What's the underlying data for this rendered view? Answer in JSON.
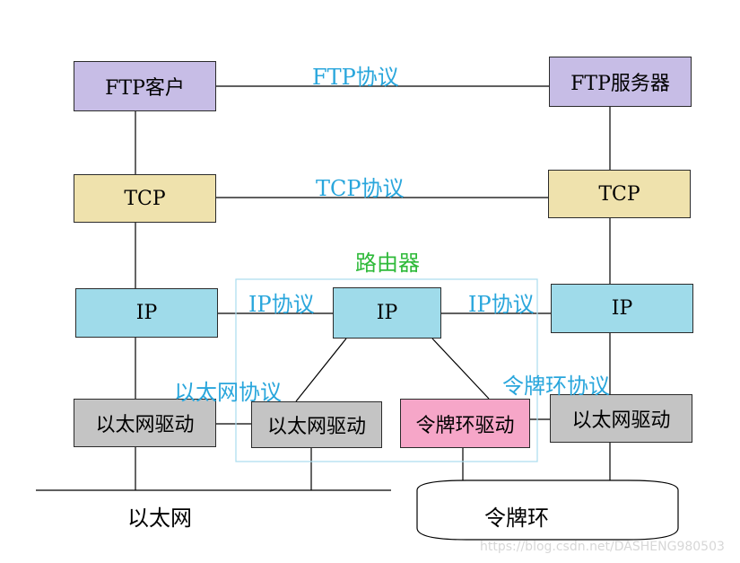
{
  "boxes": {
    "ftp_client": "FTP客户",
    "ftp_server": "FTP服务器",
    "tcp_left": "TCP",
    "tcp_right": "TCP",
    "ip_left": "IP",
    "ip_router": "IP",
    "ip_right": "IP",
    "eth_driver_left": "以太网驱动",
    "eth_driver_router": "以太网驱动",
    "token_driver_router": "令牌环驱动",
    "eth_driver_right": "以太网驱动"
  },
  "labels": {
    "ftp_protocol": "FTP协议",
    "tcp_protocol": "TCP协议",
    "router": "路由器",
    "ip_protocol_left": "IP协议",
    "ip_protocol_right": "IP协议",
    "ethernet_protocol": "以太网协议",
    "token_ring_protocol": "令牌环协议",
    "ethernet": "以太网",
    "token_ring": "令牌环"
  },
  "watermark": "https://blog.csdn.net/DASHENG980503",
  "colors": {
    "app_box": "#c7bde6",
    "tcp_box": "#efe2ad",
    "ip_box": "#9fdbea",
    "ethernet_driver_box": "#c4c4c4",
    "token_ring_driver_box": "#f6a6c8",
    "protocol_label": "#29a6dc",
    "router_label": "#2fba3a",
    "router_frame": "#a9dcee"
  }
}
